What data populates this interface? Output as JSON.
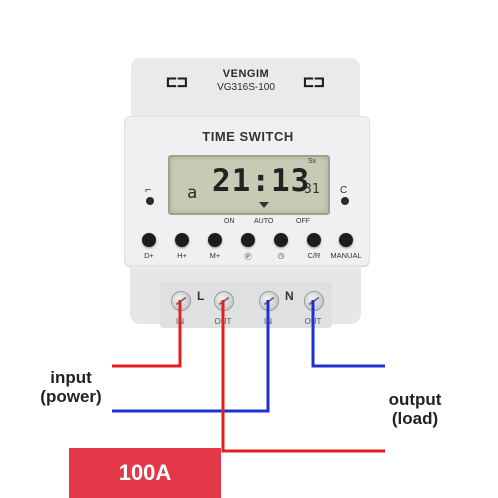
{
  "device": {
    "brand": "VENGIM",
    "model": "VG316S-100",
    "bracket_symbol": "⊏⊐",
    "panel_title": "TIME SWITCH"
  },
  "lcd": {
    "corner_label": "Sx",
    "day": "a",
    "time": "21:13",
    "seconds": "31"
  },
  "side_labels": {
    "left": "⌐",
    "right": "C"
  },
  "mode_labels": [
    "ON",
    "AUTO",
    "OFF"
  ],
  "buttons": [
    {
      "label": "D+"
    },
    {
      "label": "H+"
    },
    {
      "label": "M+"
    },
    {
      "label": "Ⓟ"
    },
    {
      "label": "◷"
    },
    {
      "label": "C/R"
    },
    {
      "label": "MANUAL"
    }
  ],
  "terminals": {
    "L": "L",
    "N": "N",
    "labels": [
      "IN",
      "OUT",
      "IN",
      "OUT"
    ]
  },
  "wiring": {
    "input_label_line1": "input",
    "input_label_line2": "(power)",
    "output_label_line1": "output",
    "output_label_line2": "(load)",
    "live_color": "#e02020",
    "neutral_color": "#1f2fd6"
  },
  "badge": {
    "rating": "100A",
    "color": "#e23847"
  }
}
